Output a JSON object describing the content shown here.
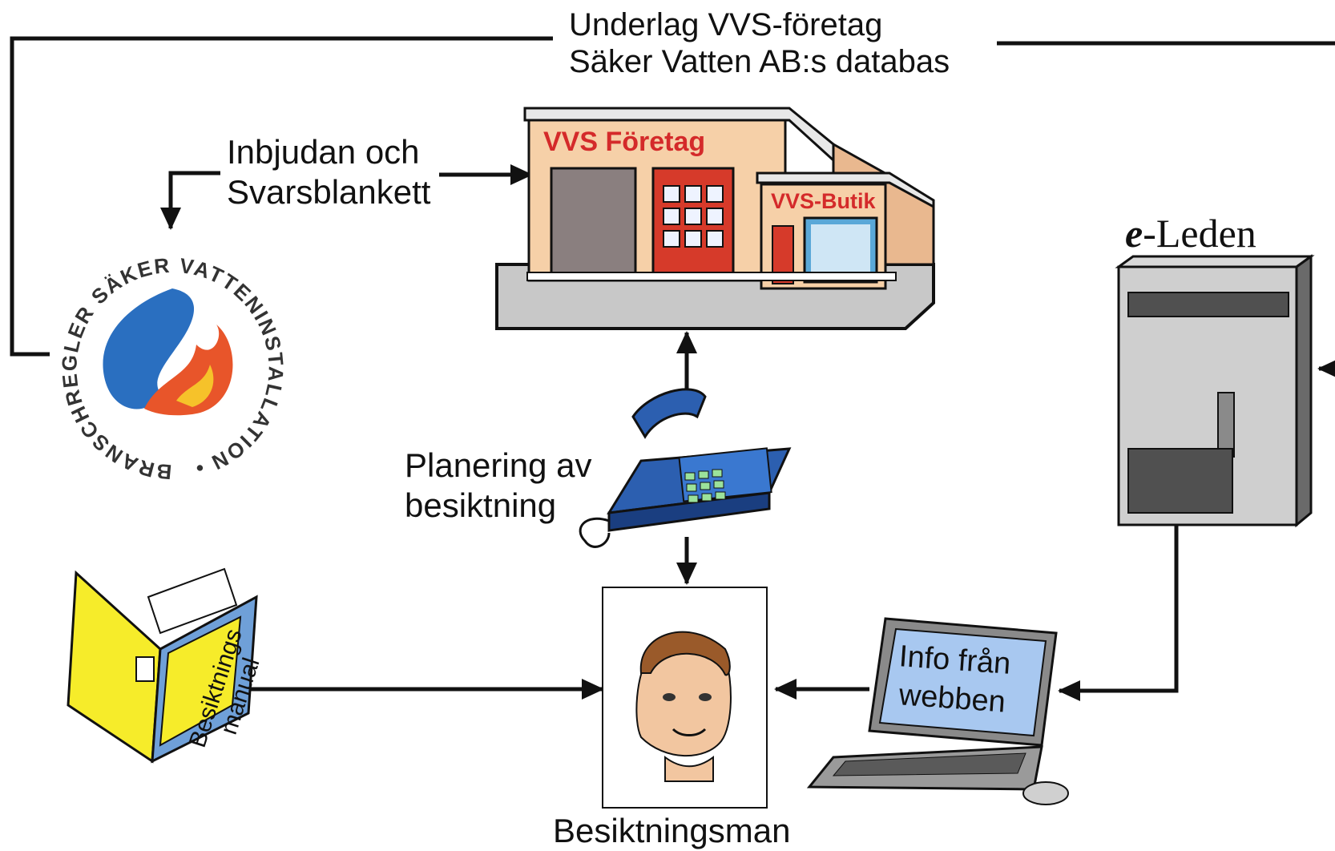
{
  "labels": {
    "database_line1": "Underlag VVS-företag",
    "database_line2": "Säker Vatten AB:s databas",
    "invitation_line1": "Inbjudan och",
    "invitation_line2": "Svarsblankett",
    "planning_line1": "Planering av",
    "planning_line2": "besiktning",
    "inspector": "Besiktningsman",
    "server_prefix": "e",
    "server_name": "-Leden"
  },
  "building": {
    "main_sign": "VVS Företag",
    "shop_sign": "VVS-Butik"
  },
  "laptop": {
    "screen_line1": "Info från",
    "screen_line2": "webben"
  },
  "manual": {
    "line1": "Besiktnings",
    "line2": "manual"
  },
  "logo": {
    "ring_text": "BRANSCHREGLER SÄKER VATTENINSTALLATION •"
  },
  "colors": {
    "line": "#111111",
    "sign_red": "#d42a2a",
    "building_wall": "#f6d0a8",
    "phone_blue": "#2c5fb0",
    "book_yellow": "#f6ec2a",
    "logo_blue": "#2a6fc0",
    "logo_flame": "#e8552a"
  }
}
